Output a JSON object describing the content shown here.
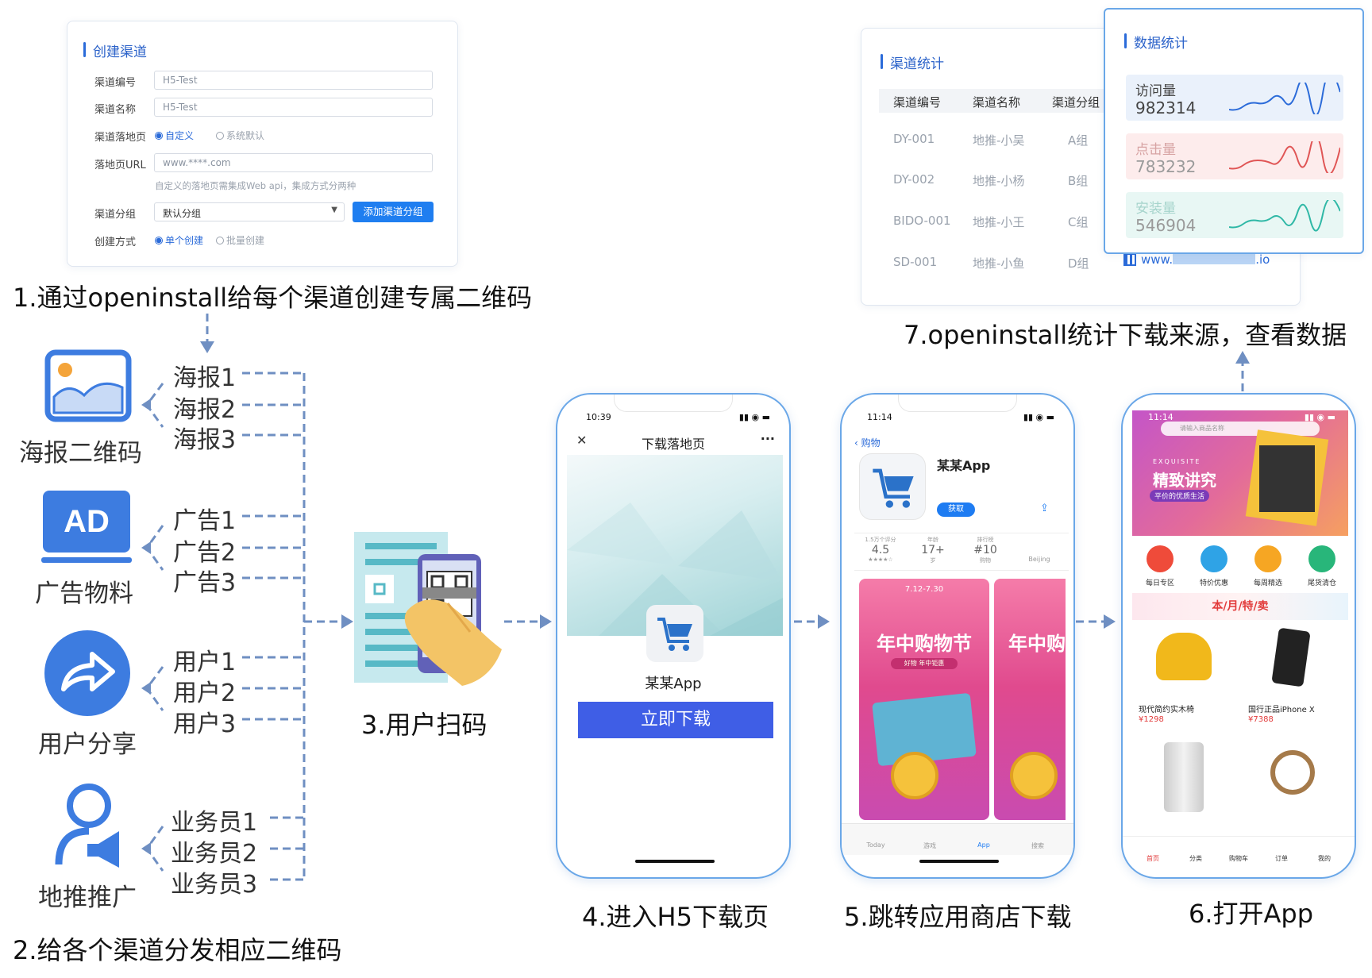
{
  "create_panel": {
    "title": "创建渠道",
    "fields": [
      {
        "label": "渠道编号",
        "value": "H5-Test"
      },
      {
        "label": "渠道名称",
        "value": "H5-Test"
      }
    ],
    "landing": {
      "label": "渠道落地页",
      "opt1": "自定义",
      "opt2": "系统默认"
    },
    "url": {
      "label": "落地页URL",
      "placeholder": "www.****.com",
      "hint": "自定义的落地页需集成Web api，集成方式分两种"
    },
    "group": {
      "label": "渠道分组",
      "value": "默认分组",
      "button": "添加渠道分组"
    },
    "method": {
      "label": "创建方式",
      "opt1": "单个创建",
      "opt2": "批量创建"
    }
  },
  "steps": {
    "s1": "1.通过openinstall给每个渠道创建专属二维码",
    "s2": "2.给各个渠道分发相应二维码",
    "s3": "3.用户扫码",
    "s4": "4.进入H5下载页",
    "s5": "5.跳转应用商店下载",
    "s6": "6.打开App",
    "s7": "7.openinstall统计下载来源，查看数据"
  },
  "channels": [
    {
      "name": "海报二维码",
      "icon": "poster-image-icon",
      "items": [
        "海报1",
        "海报2",
        "海报3"
      ]
    },
    {
      "name": "广告物料",
      "icon": "ad-icon",
      "icon_text": "AD",
      "items": [
        "广告1",
        "广告2",
        "广告3"
      ]
    },
    {
      "name": "用户分享",
      "icon": "share-icon",
      "items": [
        "用户1",
        "用户2",
        "用户3"
      ]
    },
    {
      "name": "地推推广",
      "icon": "promoter-megaphone-icon",
      "items": [
        "业务员1",
        "业务员2",
        "业务员3"
      ]
    }
  ],
  "phone_h5": {
    "time": "10:39",
    "title": "下载落地页",
    "more": "···",
    "close": "✕",
    "app_name": "某某App",
    "download": "立即下载"
  },
  "phone_store": {
    "time": "11:14",
    "back": "购物",
    "app_name": "某某App",
    "get": "获取",
    "stats": [
      {
        "top": "1.5万个评分",
        "val": "4.5",
        "sub": "★★★★☆"
      },
      {
        "top": "年龄",
        "val": "17+",
        "sub": "岁"
      },
      {
        "top": "排行榜",
        "val": "#10",
        "sub": "购物"
      },
      {
        "top": "",
        "val": "",
        "sub": "Beijing"
      }
    ],
    "banner_date": "7.12-7.30",
    "banner_title": "年中购物节",
    "banner_sub": "好物 年中钜惠",
    "tabs": [
      "Today",
      "游戏",
      "App",
      "搜索"
    ]
  },
  "phone_app": {
    "time": "11:14",
    "search": "请输入商品名称",
    "banner_en": "EXQUISITE",
    "banner_title": "精致讲究",
    "banner_sub": "平价的优质生活",
    "categories": [
      "每日专区",
      "特价优惠",
      "每周精选",
      "尾货清仓"
    ],
    "promo": "本/月/特/卖",
    "products": [
      {
        "name": "现代简约实木椅",
        "price": "¥1298"
      },
      {
        "name": "国行正品iPhone X",
        "price": "¥7388"
      }
    ],
    "tabs": [
      "首页",
      "分类",
      "购物车",
      "订单",
      "我的"
    ]
  },
  "channel_stats": {
    "title": "渠道统计",
    "headers": [
      "渠道编号",
      "渠道名称",
      "渠道分组"
    ],
    "rows": [
      [
        "DY-001",
        "地推-小吴",
        "A组"
      ],
      [
        "DY-002",
        "地推-小杨",
        "B组"
      ],
      [
        "BIDO-001",
        "地推-小王",
        "C组"
      ],
      [
        "SD-001",
        "地推-小鱼",
        "D组"
      ]
    ],
    "url": "www.",
    "url_end": ".io"
  },
  "data_stats": {
    "title": "数据统计",
    "items": [
      {
        "label": "访问量",
        "value": "982314",
        "color": "#2b6bd9",
        "bg": "#eaf1fb"
      },
      {
        "label": "点击量",
        "value": "783232",
        "color": "#e05555",
        "bg": "#fdecec"
      },
      {
        "label": "安装量",
        "value": "546904",
        "color": "#2fb8a6",
        "bg": "#e8f7f4"
      }
    ]
  },
  "colors": {
    "accent": "#2b6bd9",
    "dash": "#6f8fc2",
    "phone_border": "#6aa7e8",
    "download_btn": "#3f5ee6"
  }
}
